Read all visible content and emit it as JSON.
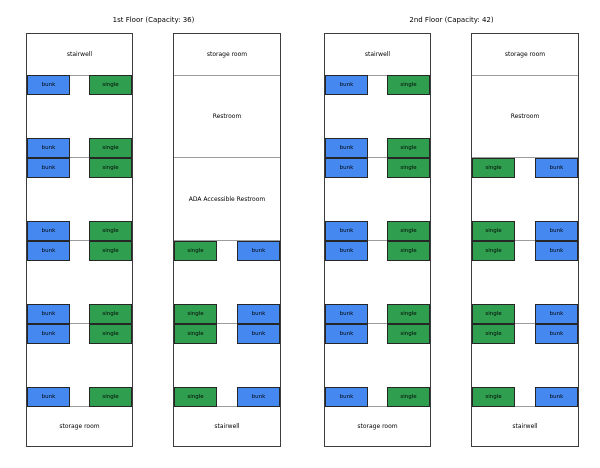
{
  "colors": {
    "bunk": "#4588f0",
    "single": "#2f9e4f",
    "wall": "#3d3d3d",
    "room_divider": "#9c9c9c",
    "bed_border": "#262626",
    "background": "#ffffff",
    "text": "#000000"
  },
  "bed_types": [
    "bunk",
    "single"
  ],
  "floors": [
    {
      "title": "1st Floor (Capacity: 36)",
      "capacity": 36,
      "wings": [
        {
          "side": "left",
          "top_room": {
            "label": "stairwell"
          },
          "bottom_room": {
            "label": "storage room"
          },
          "section_rooms": [],
          "bed_rows": [
            {
              "section": 1,
              "pos": "top",
              "left_bed": "bunk",
              "right_bed": "single"
            },
            {
              "section": 1,
              "pos": "bottom",
              "left_bed": "bunk",
              "right_bed": "single"
            },
            {
              "section": 2,
              "pos": "top",
              "left_bed": "bunk",
              "right_bed": "single"
            },
            {
              "section": 2,
              "pos": "bottom",
              "left_bed": "bunk",
              "right_bed": "single"
            },
            {
              "section": 3,
              "pos": "top",
              "left_bed": "bunk",
              "right_bed": "single"
            },
            {
              "section": 3,
              "pos": "bottom",
              "left_bed": "bunk",
              "right_bed": "single"
            },
            {
              "section": 4,
              "pos": "top",
              "left_bed": "bunk",
              "right_bed": "single"
            },
            {
              "section": 4,
              "pos": "bottom",
              "left_bed": "bunk",
              "right_bed": "single"
            }
          ]
        },
        {
          "side": "right",
          "top_room": {
            "label": "storage room"
          },
          "bottom_room": {
            "label": "stairwell"
          },
          "section_rooms": [
            {
              "section": 1,
              "label": "Restroom"
            },
            {
              "section": 2,
              "label": "ADA Accessible Restroom"
            }
          ],
          "bed_rows": [
            {
              "section": 3,
              "pos": "top",
              "left_bed": "single",
              "right_bed": "bunk"
            },
            {
              "section": 3,
              "pos": "bottom",
              "left_bed": "single",
              "right_bed": "bunk"
            },
            {
              "section": 4,
              "pos": "top",
              "left_bed": "single",
              "right_bed": "bunk"
            },
            {
              "section": 4,
              "pos": "bottom",
              "left_bed": "single",
              "right_bed": "bunk"
            }
          ]
        }
      ]
    },
    {
      "title": "2nd Floor (Capacity: 42)",
      "capacity": 42,
      "wings": [
        {
          "side": "left",
          "top_room": {
            "label": "stairwell"
          },
          "bottom_room": {
            "label": "storage room"
          },
          "section_rooms": [],
          "bed_rows": [
            {
              "section": 1,
              "pos": "top",
              "left_bed": "bunk",
              "right_bed": "single"
            },
            {
              "section": 1,
              "pos": "bottom",
              "left_bed": "bunk",
              "right_bed": "single"
            },
            {
              "section": 2,
              "pos": "top",
              "left_bed": "bunk",
              "right_bed": "single"
            },
            {
              "section": 2,
              "pos": "bottom",
              "left_bed": "bunk",
              "right_bed": "single"
            },
            {
              "section": 3,
              "pos": "top",
              "left_bed": "bunk",
              "right_bed": "single"
            },
            {
              "section": 3,
              "pos": "bottom",
              "left_bed": "bunk",
              "right_bed": "single"
            },
            {
              "section": 4,
              "pos": "top",
              "left_bed": "bunk",
              "right_bed": "single"
            },
            {
              "section": 4,
              "pos": "bottom",
              "left_bed": "bunk",
              "right_bed": "single"
            }
          ]
        },
        {
          "side": "right",
          "top_room": {
            "label": "storage room"
          },
          "bottom_room": {
            "label": "stairwell"
          },
          "section_rooms": [
            {
              "section": 1,
              "label": "Restroom"
            }
          ],
          "bed_rows": [
            {
              "section": 2,
              "pos": "top",
              "left_bed": "single",
              "right_bed": "bunk"
            },
            {
              "section": 2,
              "pos": "bottom",
              "left_bed": "single",
              "right_bed": "bunk"
            },
            {
              "section": 3,
              "pos": "top",
              "left_bed": "single",
              "right_bed": "bunk"
            },
            {
              "section": 3,
              "pos": "bottom",
              "left_bed": "single",
              "right_bed": "bunk"
            },
            {
              "section": 4,
              "pos": "top",
              "left_bed": "single",
              "right_bed": "bunk"
            },
            {
              "section": 4,
              "pos": "bottom",
              "left_bed": "single",
              "right_bed": "bunk"
            }
          ]
        }
      ]
    }
  ]
}
